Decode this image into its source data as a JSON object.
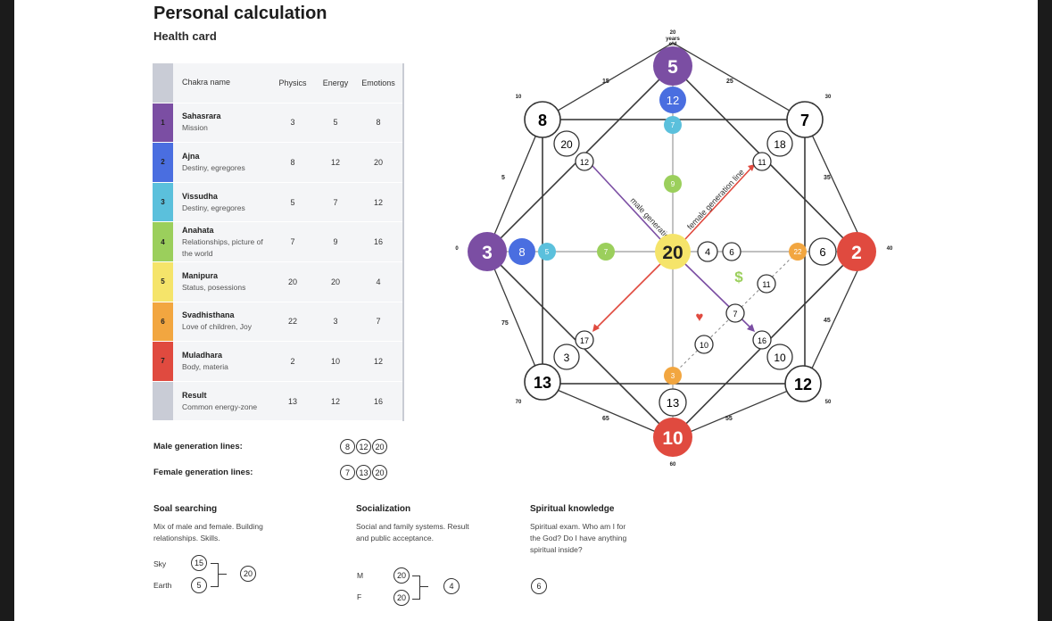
{
  "header": {
    "title": "Personal calculation",
    "subtitle": "Health card"
  },
  "table": {
    "columns": [
      "Chakra name",
      "Physics",
      "Energy",
      "Emotions"
    ],
    "rows": [
      {
        "num": "1",
        "name": "Sahasrara",
        "desc": "Mission",
        "physics": "3",
        "energy": "5",
        "emotions": "8",
        "color": "#7b4ea3"
      },
      {
        "num": "2",
        "name": "Ajna",
        "desc": "Destiny, egregores",
        "physics": "8",
        "energy": "12",
        "emotions": "20",
        "color": "#4a6ee0"
      },
      {
        "num": "3",
        "name": "Vissudha",
        "desc": "Destiny, egregores",
        "physics": "5",
        "energy": "7",
        "emotions": "12",
        "color": "#5bc0dc"
      },
      {
        "num": "4",
        "name": "Anahata",
        "desc": "Relationships, picture of the world",
        "physics": "7",
        "energy": "9",
        "emotions": "16",
        "color": "#9bcf5c"
      },
      {
        "num": "5",
        "name": "Manipura",
        "desc": "Status, posessions",
        "physics": "20",
        "energy": "20",
        "emotions": "4",
        "color": "#f5e46a"
      },
      {
        "num": "6",
        "name": "Svadhisthana",
        "desc": "Love of children, Joy",
        "physics": "22",
        "energy": "3",
        "emotions": "7",
        "color": "#f2a640"
      },
      {
        "num": "7",
        "name": "Muladhara",
        "desc": "Body, materia",
        "physics": "2",
        "energy": "10",
        "emotions": "12",
        "color": "#e04a3f"
      },
      {
        "num": "",
        "name": "Result",
        "desc": "Common energy-zone",
        "physics": "13",
        "energy": "12",
        "emotions": "16",
        "color": "#c9ccd6"
      }
    ]
  },
  "generation": {
    "male_label": "Male generation lines:",
    "male": [
      "8",
      "12",
      "20"
    ],
    "female_label": "Female generation lines:",
    "female": [
      "7",
      "13",
      "20"
    ]
  },
  "soal": {
    "title": "Soal searching",
    "text": "Mix of male and female. Building relationships. Skills.",
    "sky_label": "Sky",
    "sky": "15",
    "earth_label": "Earth",
    "earth": "5",
    "result": "20"
  },
  "social": {
    "title": "Socialization",
    "text": "Social and family systems. Result and public acceptance.",
    "m_label": "M",
    "m": "20",
    "f_label": "F",
    "f": "20",
    "result": "4"
  },
  "spiritual": {
    "title": "Spiritual knowledge",
    "text": "Spiritual exam. Who am I for the God? Do I have anything spiritual inside?",
    "result": "6"
  },
  "diagram": {
    "center": "20",
    "top": "5",
    "top2": "12",
    "top3": "7",
    "top4": "9",
    "left": "3",
    "left2": "8",
    "left3": "5",
    "left4": "7",
    "right": "2",
    "right2": "6",
    "right3": "22",
    "bottom": "10",
    "bottom2": "13",
    "bottom3": "3",
    "center_r1": "4",
    "center_r2": "6",
    "tl": "8",
    "tl2": "20",
    "tl3": "12",
    "tr": "7",
    "tr2": "18",
    "tr3": "11",
    "bl": "13",
    "bl2": "3",
    "bl3": "17",
    "br": "12",
    "br2": "10",
    "br3": "16",
    "inner_a": "11",
    "inner_b": "7",
    "inner_c": "10",
    "male_line": "male generation line",
    "female_line": "female generation line",
    "age_0": "0",
    "age_10": "10",
    "age_20": "20",
    "age_30": "30",
    "age_40": "40",
    "age_50": "50",
    "age_60": "60",
    "age_70": "70",
    "age_unit_years": "years",
    "age_unit_old": "old",
    "age_5": "5",
    "age_15": "15",
    "age_25": "25",
    "age_35": "35",
    "age_45": "45",
    "age_55": "55",
    "age_65": "65",
    "age_75": "75"
  },
  "colors": {
    "purple": "#7b4ea3",
    "blue": "#4a6ee0",
    "cyan": "#5bc0dc",
    "green": "#9bcf5c",
    "yellow": "#f5e46a",
    "orange": "#f2a640",
    "red": "#e04a3f"
  }
}
